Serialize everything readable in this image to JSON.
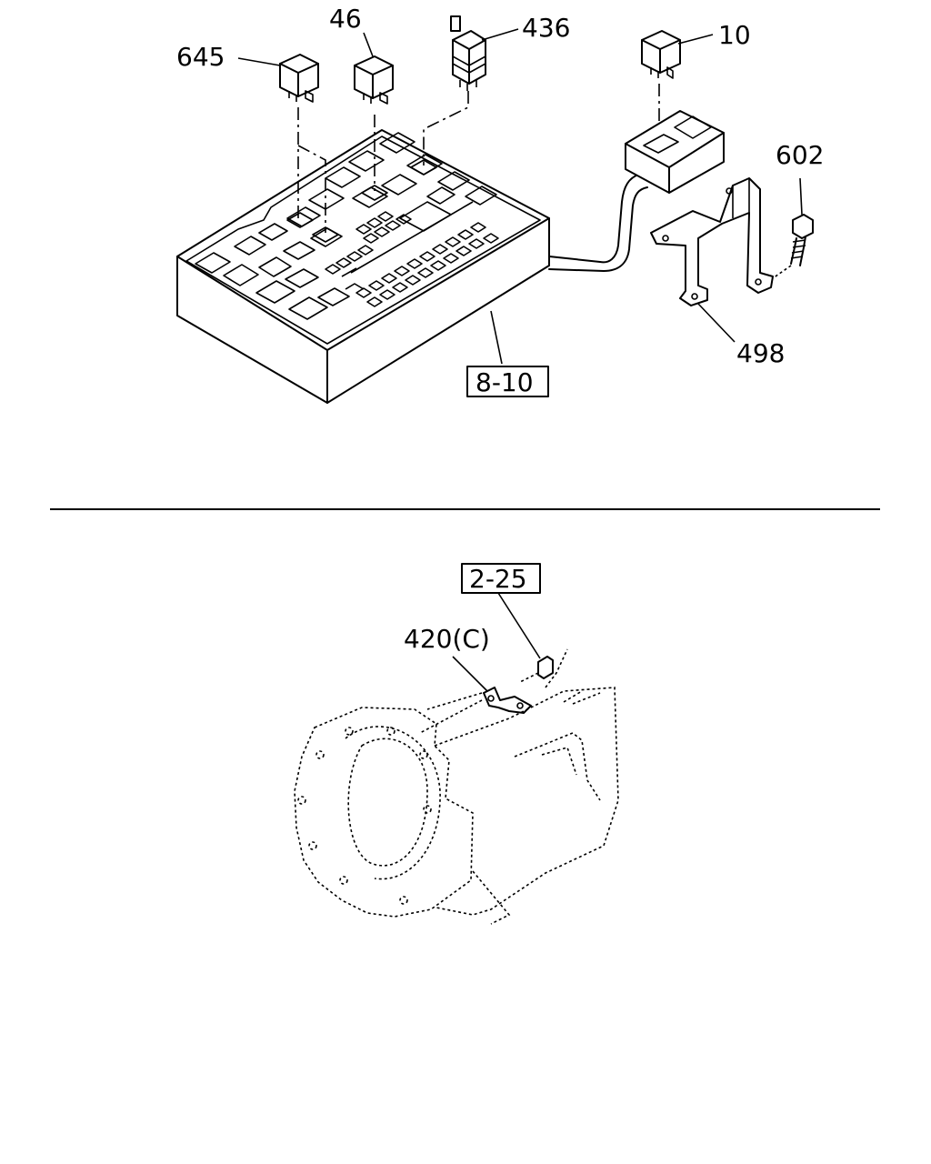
{
  "upper_assembly": {
    "callouts": {
      "relay_645": "645",
      "relay_46": "46",
      "relay_436": "436",
      "relay_10": "10",
      "bolt_602": "602",
      "bracket_498": "498"
    },
    "ref_box": "8-10"
  },
  "lower_assembly": {
    "callouts": {
      "bracket_420": "420(C)"
    },
    "ref_box": "2-25"
  }
}
